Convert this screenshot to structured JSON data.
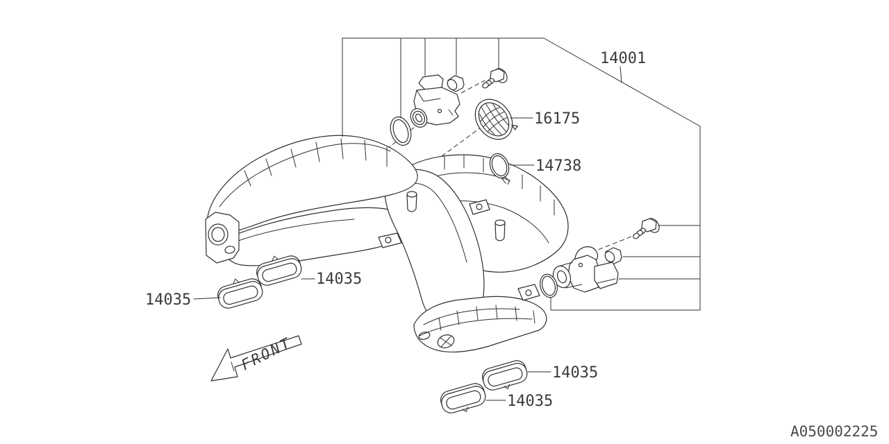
{
  "diagram": {
    "type": "exploded-parts-diagram",
    "subject": "intake-manifold",
    "front_label": "FRONT",
    "doc_code": "A050002225",
    "colors": {
      "background": "#ffffff",
      "line": "#2e2e2e",
      "text": "#3a3a3a"
    },
    "labels": [
      {
        "part_no": "14001",
        "part": "intake-manifold-assembly"
      },
      {
        "part_no": "16175",
        "part": "mesh-screen"
      },
      {
        "part_no": "14738",
        "part": "clamp-ring"
      },
      {
        "part_no": "14035",
        "part": "gasket-left"
      },
      {
        "part_no": "14035",
        "part": "gasket-right"
      },
      {
        "part_no": "14035",
        "part": "gasket-bottom-upper"
      },
      {
        "part_no": "14035",
        "part": "gasket-bottom-lower"
      }
    ]
  }
}
